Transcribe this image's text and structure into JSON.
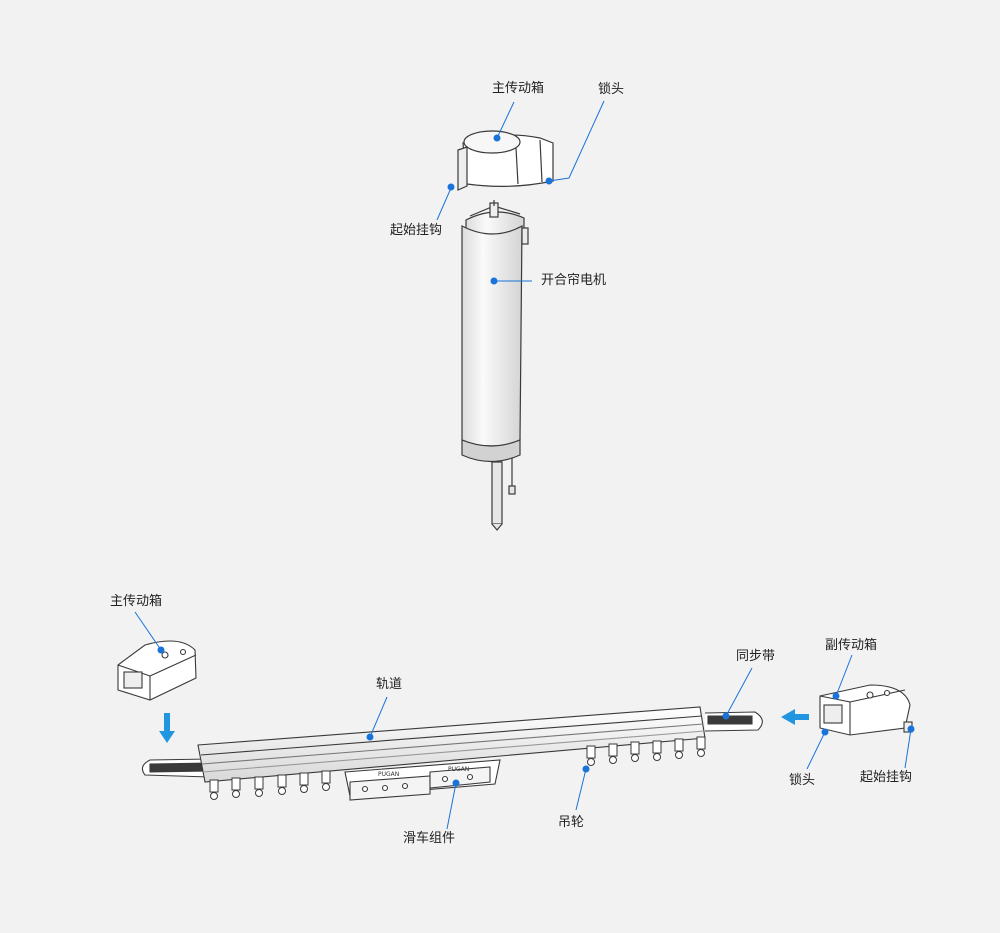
{
  "colors": {
    "background": "#f2f2f2",
    "accent": "#1a73d9",
    "arrow": "#2196e0",
    "line_art": "#3a3a3a",
    "text": "#222222"
  },
  "motor_assembly": {
    "main_gearbox": "主传动箱",
    "lock_head": "锁头",
    "start_hook": "起始挂钩",
    "curtain_motor": "开合帘电机"
  },
  "track_assembly": {
    "main_gearbox": "主传动箱",
    "track": "轨道",
    "timing_belt": "同步带",
    "secondary_gearbox": "副传动箱",
    "lock_head": "锁头",
    "start_hook": "起始挂钩",
    "pulley": "吊轮",
    "carriage": "滑车组件"
  },
  "carriage_brand": "PUGAN",
  "icons": [
    "arrow-down-icon",
    "arrow-left-icon"
  ]
}
